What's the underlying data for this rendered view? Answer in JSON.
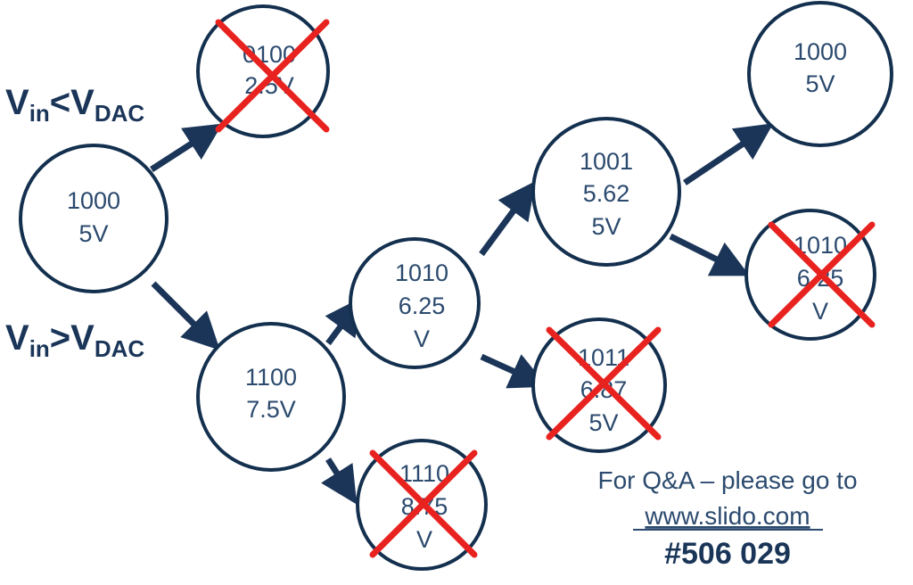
{
  "conditions": {
    "less": {
      "pre": "V",
      "sub1": "in",
      "op": "<V",
      "sub2": "DAC"
    },
    "greater": {
      "pre": "V",
      "sub1": "in",
      "op": ">V",
      "sub2": "DAC"
    }
  },
  "nodes": {
    "root": {
      "lines": [
        "1000",
        "5V"
      ],
      "rejected": false
    },
    "n0100": {
      "lines": [
        "0100",
        "2.5V"
      ],
      "rejected": true
    },
    "n1100": {
      "lines": [
        "1100",
        "7.5V"
      ],
      "rejected": false
    },
    "n1110": {
      "lines": [
        "1110",
        "8.75",
        "V"
      ],
      "rejected": true
    },
    "n1010": {
      "lines": [
        "1010",
        "6.25",
        "V"
      ],
      "rejected": false
    },
    "n1011": {
      "lines": [
        "1011",
        "6.87",
        "5V"
      ],
      "rejected": true
    },
    "n1001": {
      "lines": [
        "1001",
        "5.62",
        "5V"
      ],
      "rejected": false
    },
    "n1000b": {
      "lines": [
        "1000",
        "5V"
      ],
      "rejected": false
    },
    "n1010b": {
      "lines": [
        "1010",
        "6.25",
        "V"
      ],
      "rejected": true
    }
  },
  "slido": {
    "line1": "For Q&A – please go to",
    "url": "www.slido.com",
    "code": "#506 029"
  },
  "colors": {
    "node_stroke": "#14304f",
    "arrow": "#1a3558",
    "cross": "#e8231f"
  }
}
